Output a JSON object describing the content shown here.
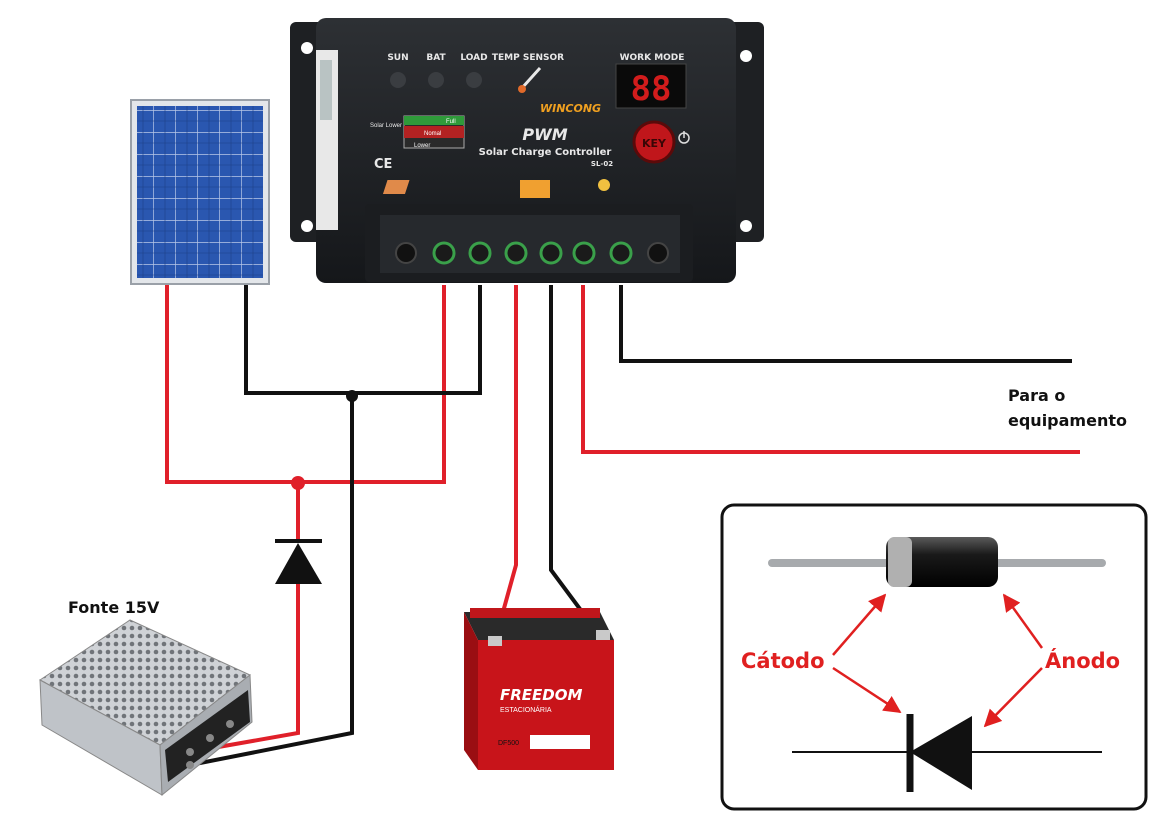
{
  "controller": {
    "indicators": [
      "SUN",
      "BAT",
      "LOAD",
      "TEMP SENSOR"
    ],
    "work_mode_label": "WORK MODE",
    "display_value": "88",
    "brand": "WINCONG",
    "model_title": "PWM",
    "model_subtitle": "Solar Charge Controller",
    "model_code": "SL-02",
    "key_label": "KEY",
    "ce_mark": "CE",
    "battery_levels": [
      "Full",
      "Nomal",
      "Lower"
    ],
    "solar_lower_label": "Solar Lower"
  },
  "labels": {
    "destination_line1": "Para o",
    "destination_line2": "equipamento",
    "power_supply": "Fonte 15V"
  },
  "battery": {
    "brand": "FREEDOM",
    "subtitle": "ESTACIONÁRIA",
    "model": "DF500"
  },
  "diode_legend": {
    "cathode": "Cátodo",
    "anode": "Ánodo"
  },
  "colors": {
    "positive_wire": "#e0202a",
    "negative_wire": "#111111",
    "label_red": "#e02020",
    "panel_blue": "#1f4fa8"
  }
}
